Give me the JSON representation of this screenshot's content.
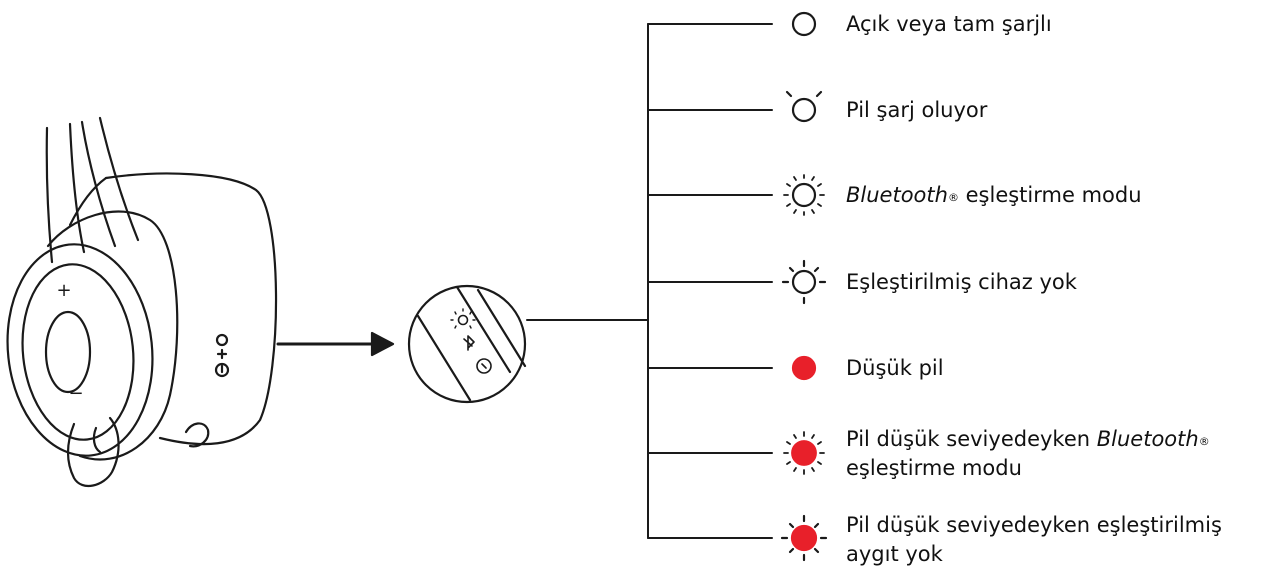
{
  "legend": [
    {
      "id": "on",
      "state": "steady-white",
      "text": "Açık veya tam şarjlı"
    },
    {
      "id": "charging",
      "state": "slow-pulse-white",
      "text": "Pil şarj oluyor"
    },
    {
      "id": "pairing",
      "state": "fast-blink-white",
      "italic": "Bluetooth",
      "sup": "®",
      "rest": " eşleştirme modu"
    },
    {
      "id": "no-device",
      "state": "blink-white",
      "text": "Eşleştirilmiş cihaz yok"
    },
    {
      "id": "low",
      "state": "steady-red",
      "text": "Düşük pil"
    },
    {
      "id": "low-pairing",
      "state": "fast-blink-red",
      "line1_pre": "Pil düşük seviyedeyken ",
      "line1_italic": "Bluetooth",
      "line1_sup": "®",
      "line2": "eşleştirme modu"
    },
    {
      "id": "low-no-device",
      "state": "blink-red",
      "line1": "Pil düşük seviyedeyken eşleştirilmiş",
      "line2": "aygıt yok"
    }
  ],
  "headset": {
    "volume_up_symbol": "+",
    "volume_down_symbol": "−"
  },
  "colors": {
    "line": "#1a1a1a",
    "led_red": "#e8202a",
    "background": "#ffffff"
  }
}
